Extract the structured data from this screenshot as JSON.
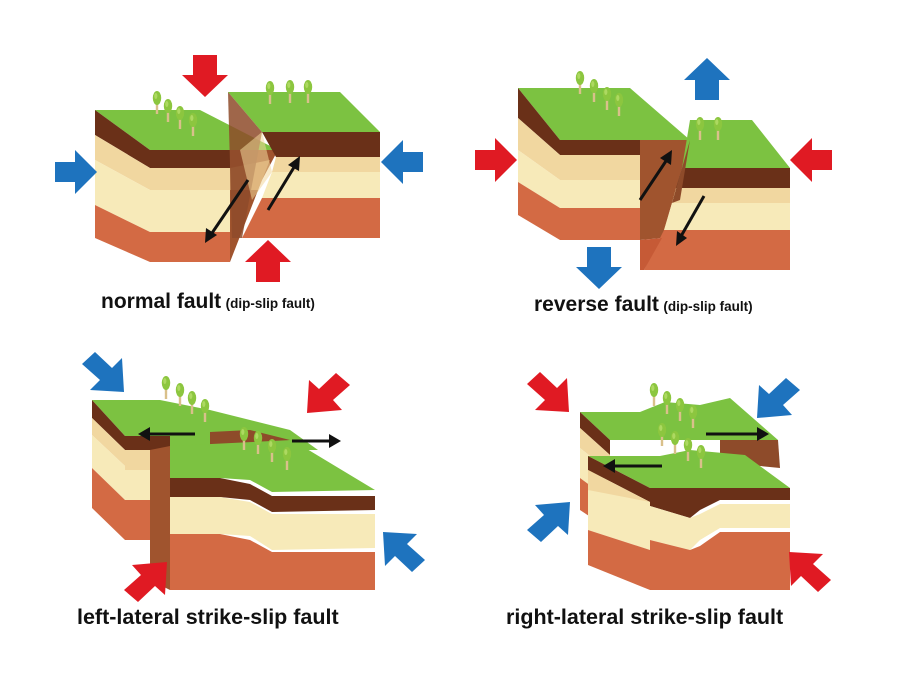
{
  "panels": {
    "normal": {
      "title": "normal fault",
      "subtitle": "(dip-slip fault)"
    },
    "reverse": {
      "title": "reverse fault",
      "subtitle": "(dip-slip fault)"
    },
    "left_lateral": {
      "title": "left-lateral strike-slip fault"
    },
    "right_lateral": {
      "title": "right-lateral strike-slip fault"
    }
  },
  "colors": {
    "grass_top": "#7cc241",
    "grass_side": "#5a9a2a",
    "topsoil": "#7a3f22",
    "topsoil_light": "#9b5531",
    "sand": "#f6e6a8",
    "sand_edge": "#e9cf85",
    "tan": "#e9b27c",
    "clay": "#d96a45",
    "clay_dark": "#b9502f",
    "tree": "#8cc63f",
    "trunk": "#d9c08a",
    "red_arrow": "#e01a23",
    "blue_arrow": "#1e73be",
    "motion_arrow": "#111111"
  }
}
